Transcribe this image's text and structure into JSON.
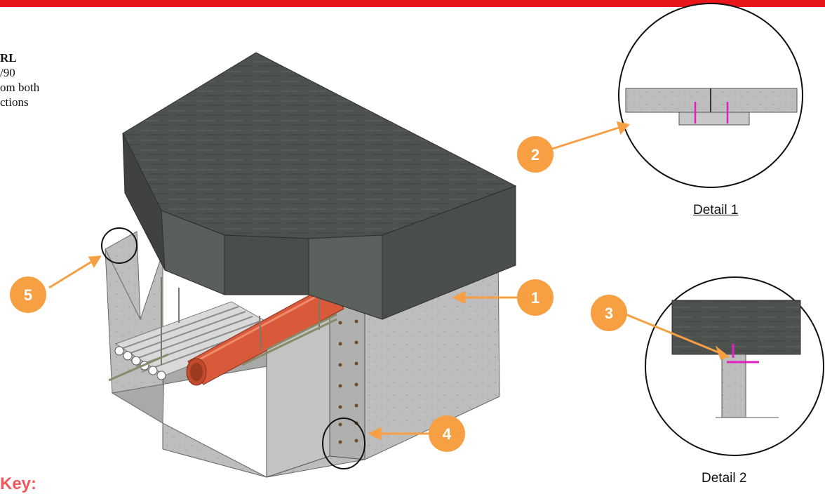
{
  "header_bar_color": "#e8151a",
  "side_note": {
    "line1": "RL",
    "line2": "/90",
    "line3": "om both",
    "line4": "ctions"
  },
  "key_label": "Key:",
  "details": [
    {
      "caption": "Detail 1"
    },
    {
      "caption": "Detail 2"
    }
  ],
  "markers": [
    {
      "number": "1"
    },
    {
      "number": "2"
    },
    {
      "number": "3"
    },
    {
      "number": "4"
    },
    {
      "number": "5"
    }
  ],
  "colors": {
    "marker_orange": "#f7a043",
    "slab_dark": "#4b4f4b",
    "concrete_light": "#b9b9b9",
    "pipe_red": "#d85a3a",
    "anchor_magenta": "#e020c0",
    "key_text": "#f0595c"
  }
}
